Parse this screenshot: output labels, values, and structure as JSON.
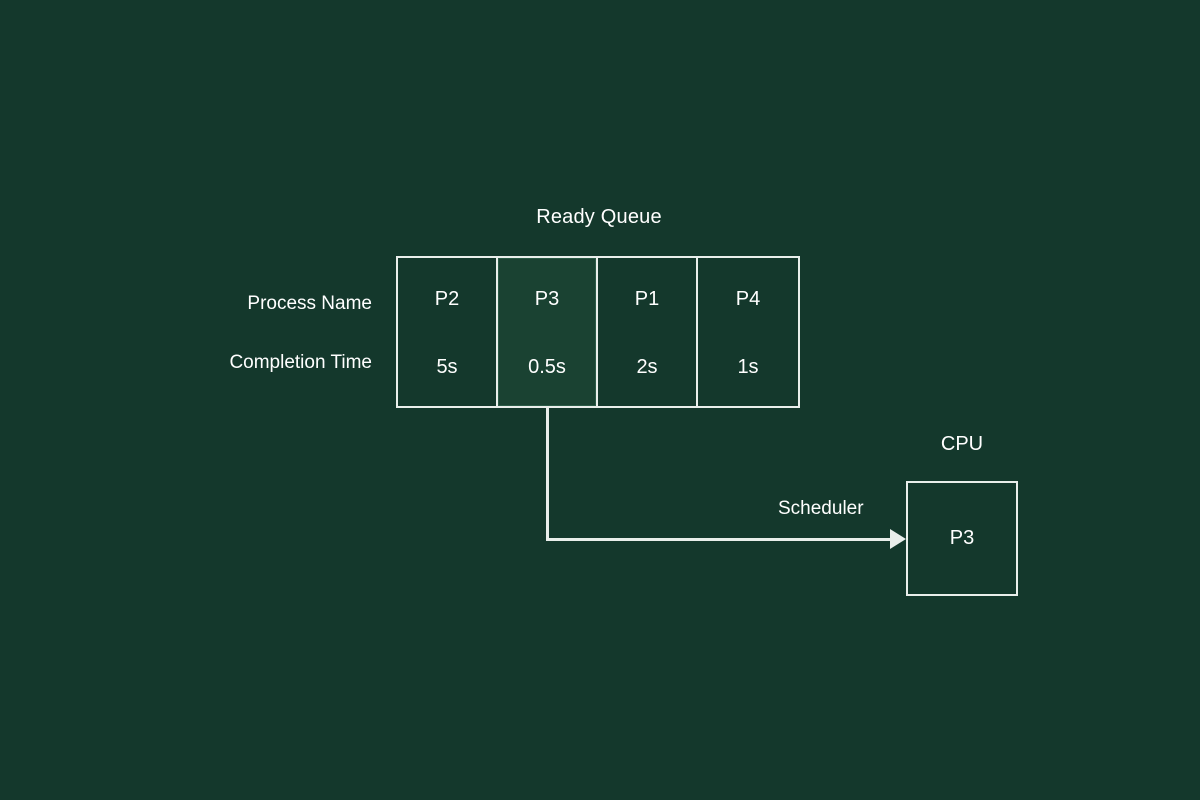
{
  "diagram": {
    "background_color": "#14382c",
    "line_color": "#e9eeeb",
    "text_color": "#ffffff",
    "highlight_color": "#1a4232"
  },
  "ready_queue": {
    "title": "Ready Queue",
    "row_labels": {
      "process_name": "Process Name",
      "completion_time": "Completion Time"
    },
    "cells": [
      {
        "process_name": "P2",
        "completion_time": "5s",
        "highlighted": false
      },
      {
        "process_name": "P3",
        "completion_time": "0.5s",
        "highlighted": true
      },
      {
        "process_name": "P1",
        "completion_time": "2s",
        "highlighted": false
      },
      {
        "process_name": "P4",
        "completion_time": "1s",
        "highlighted": false
      }
    ]
  },
  "connector": {
    "label": "Scheduler",
    "arrow_direction": "right",
    "from": "P3",
    "to": "CPU"
  },
  "cpu": {
    "title": "CPU",
    "running_process": "P3"
  }
}
